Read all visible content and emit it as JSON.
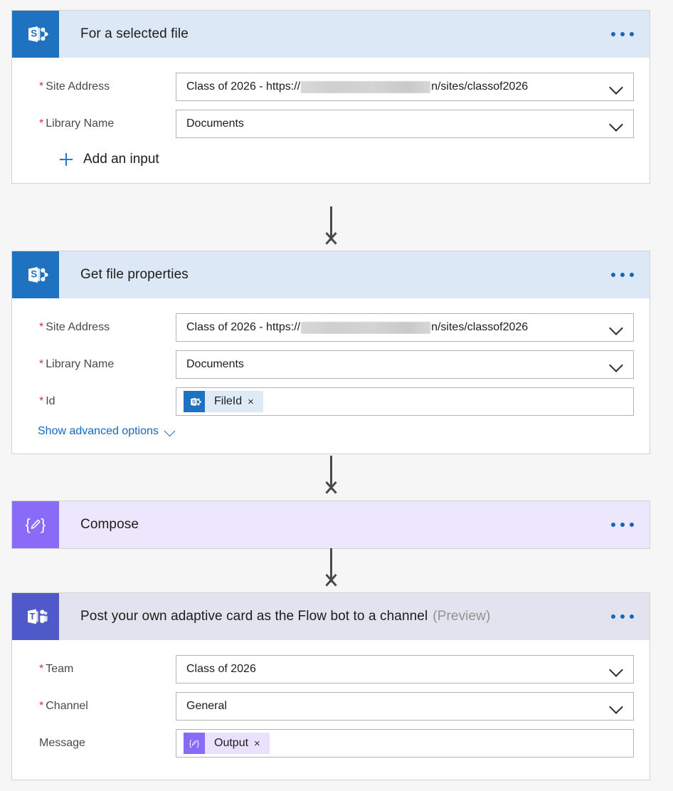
{
  "flow": {
    "cards": [
      {
        "id": "for-a-selected-file",
        "title": "For a selected file",
        "preview_label": "",
        "connector_icon": "sharepoint-icon",
        "fields": [
          {
            "label": "Site Address",
            "required": true,
            "value_prefix": "Class of 2026 - https://",
            "value_redacted": true,
            "value_suffix": "n/sites/classof2026",
            "control": "dropdown"
          },
          {
            "label": "Library Name",
            "required": true,
            "value": "Documents",
            "control": "dropdown"
          }
        ],
        "add_input_label": "Add an input"
      },
      {
        "id": "get-file-properties",
        "title": "Get file properties",
        "preview_label": "",
        "connector_icon": "sharepoint-icon",
        "fields": [
          {
            "label": "Site Address",
            "required": true,
            "value_prefix": "Class of 2026 - https://",
            "value_redacted": true,
            "value_suffix": "n/sites/classof2026",
            "control": "dropdown"
          },
          {
            "label": "Library Name",
            "required": true,
            "value": "Documents",
            "control": "dropdown"
          },
          {
            "label": "Id",
            "required": true,
            "control": "token",
            "token": {
              "text": "FileId",
              "icon": "sharepoint-icon",
              "remove_label": "×"
            }
          }
        ],
        "advanced_options_label": "Show advanced options"
      },
      {
        "id": "compose",
        "title": "Compose",
        "preview_label": "",
        "connector_icon": "compose-icon",
        "fields": []
      },
      {
        "id": "post-adaptive-card",
        "title": "Post your own adaptive card as the Flow bot to a channel",
        "preview_label": "(Preview)",
        "connector_icon": "teams-icon",
        "fields": [
          {
            "label": "Team",
            "required": true,
            "value": "Class of 2026",
            "control": "dropdown"
          },
          {
            "label": "Channel",
            "required": true,
            "value": "General",
            "control": "dropdown"
          },
          {
            "label": "Message",
            "required": false,
            "control": "token",
            "token": {
              "text": "Output",
              "icon": "compose-icon",
              "remove_label": "×"
            }
          }
        ]
      }
    ],
    "menu_label": "…",
    "required_marker": "*"
  },
  "colors": {
    "sharepoint_blue": "#1f72c0",
    "sharepoint_header": "#dce8f5",
    "compose_purple": "#8a6bf7",
    "compose_header": "#ece7fc",
    "teams_indigo": "#5059c9",
    "teams_header": "#e3e3f0",
    "required_red": "#d13438",
    "link_blue": "#1268c3",
    "page_background": "#f6f6f6",
    "connector_arrow": "#494949"
  }
}
